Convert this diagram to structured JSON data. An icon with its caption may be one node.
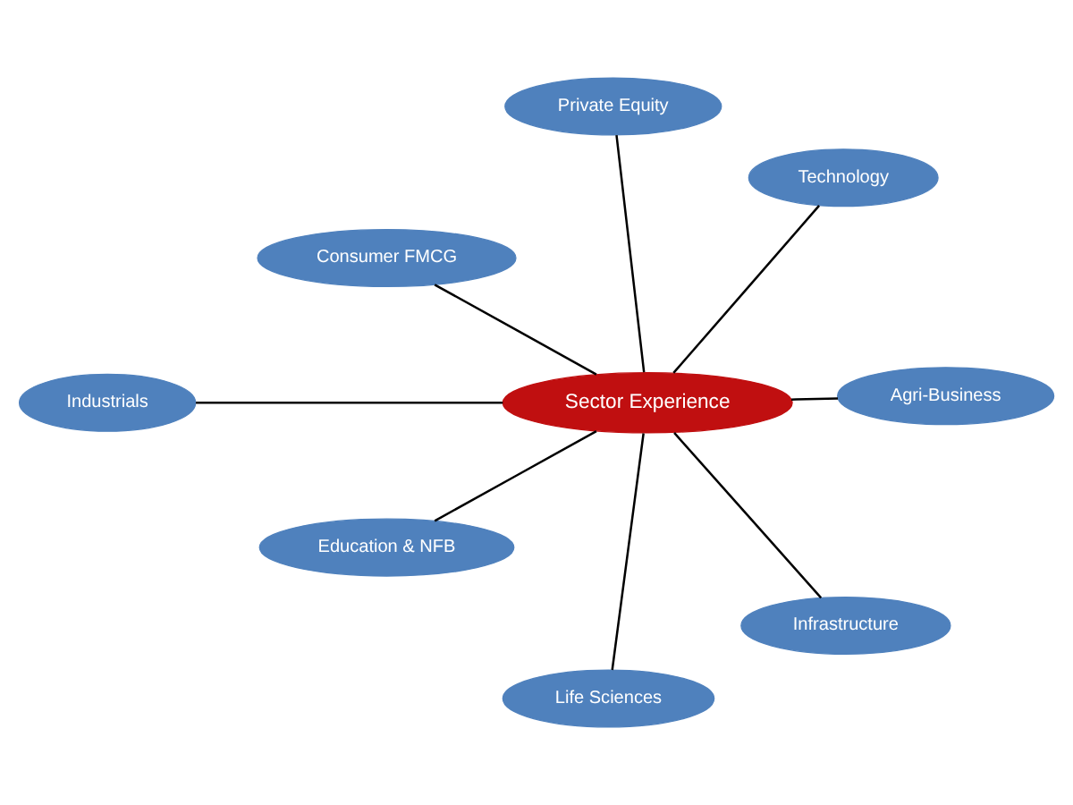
{
  "diagram": {
    "nodes": [
      {
        "text": [
          "Industrials"
        ]
      },
      {
        "text": [
          "Education & NFB"
        ]
      },
      {
        "text": [
          "Life Sciences"
        ]
      },
      {
        "text": [
          "Sector Experience"
        ]
      },
      {
        "text": [
          "Infrastructure"
        ]
      },
      {
        "text": [
          "Agri-Business"
        ]
      },
      {
        "text": [
          "Technology"
        ]
      },
      {
        "text": [
          "Private Equity"
        ]
      },
      {
        "text": [
          "Consumer FMCG"
        ]
      }
    ],
    "edges": [
      {
        "from": 3,
        "to": 0,
        "arrow": "none"
      },
      {
        "from": 3,
        "to": 1,
        "arrow": "none"
      },
      {
        "from": 3,
        "to": 2,
        "arrow": "none"
      },
      {
        "from": 3,
        "to": 4,
        "arrow": "none"
      },
      {
        "from": 3,
        "to": 5,
        "arrow": "none"
      },
      {
        "from": 3,
        "to": 6,
        "arrow": "none"
      },
      {
        "from": 3,
        "to": 7,
        "arrow": "none"
      },
      {
        "from": 3,
        "to": 8,
        "arrow": "none"
      }
    ]
  }
}
